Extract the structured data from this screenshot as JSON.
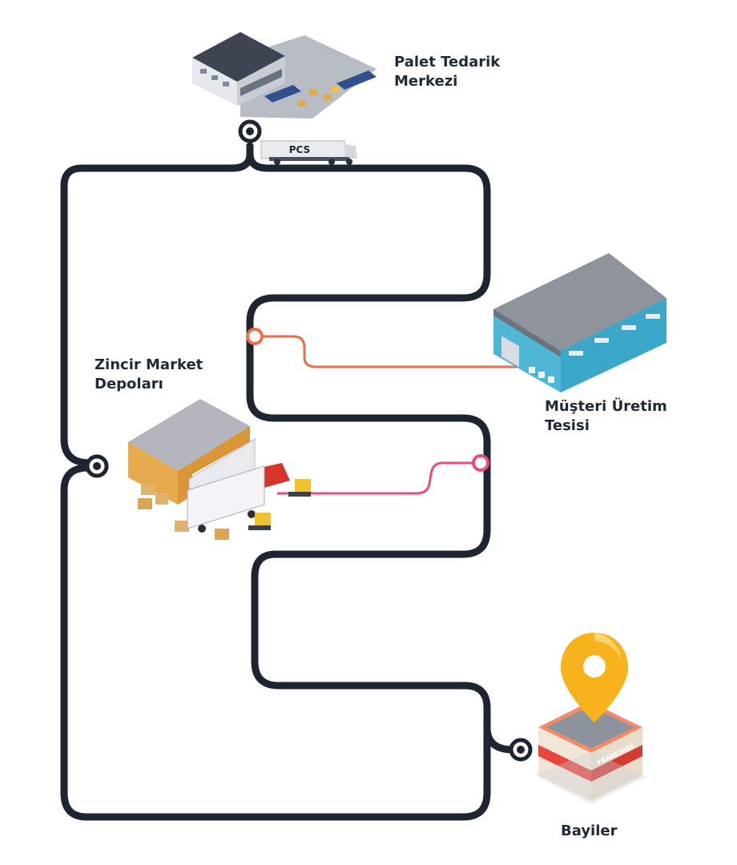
{
  "nodes": {
    "supplier": {
      "line1": "Palet Tedarik",
      "line2": "Merkezi",
      "icon": "warehouse-icon"
    },
    "chain": {
      "line1": "Zincir Market",
      "line2": "Depoları",
      "icon": "distribution-warehouse-icon"
    },
    "factory": {
      "line1": "Müşteri Üretim",
      "line2": "Tesisi",
      "icon": "factory-icon"
    },
    "dealers": {
      "label": "Bayiler",
      "icon": "store-icon"
    }
  },
  "truck": {
    "brand": "PCS",
    "icon": "truck-icon"
  },
  "store": {
    "sign": "FRANCHISE"
  },
  "colors": {
    "route": "#1d2630",
    "factory_link": "#f26b4a",
    "market_link": "#ee4b7a",
    "factory_wall": "#3aa7c9",
    "pin": "#f7b21c",
    "store_awning": "#e8463d"
  }
}
